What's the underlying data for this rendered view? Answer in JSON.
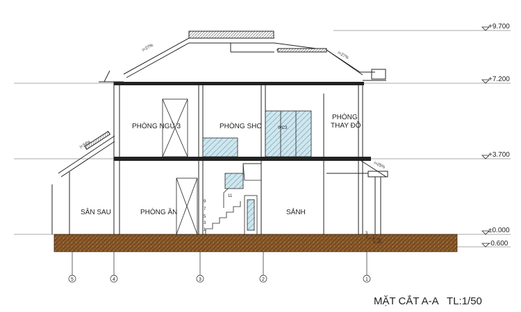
{
  "levels": [
    "+9.700",
    "+7.200",
    "+3.700",
    "±0.000",
    "-0.600"
  ],
  "rooms": {
    "phong_ngu": "PHÒNG NGỦ 3",
    "phong_shc": "PHÒNG SHC",
    "wc": "WC3",
    "phong_thay_do_1": "PHÒNG",
    "phong_thay_do_2": "THAY ĐỒ",
    "san_sau": "SÂN SAU",
    "phong_an": "PHÒNG ĂN",
    "sanh": "SẢNH"
  },
  "slopes": [
    "i=27%",
    "i=27%",
    "i=34%",
    "i=25%"
  ],
  "stair_steps": [
    "9",
    "7",
    "5",
    "3",
    "1",
    "11"
  ],
  "step_marks": [
    "3",
    "1"
  ],
  "grid_axes": [
    "5",
    "4",
    "3",
    "2",
    "1"
  ],
  "caption": "MẶT CẮT A-A   TL:1/50"
}
